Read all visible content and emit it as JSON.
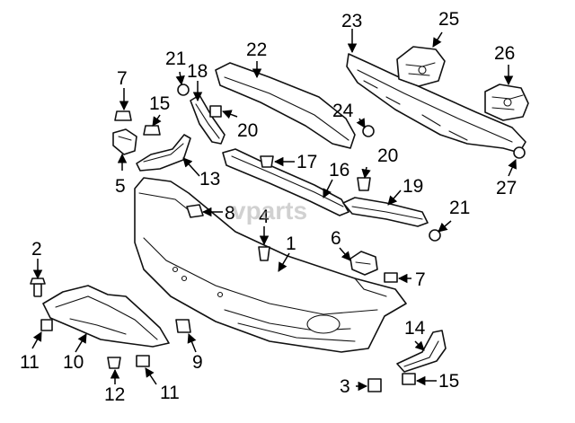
{
  "watermark": "vparts",
  "callouts": [
    "1",
    "2",
    "3",
    "4",
    "5",
    "6",
    "7",
    "8",
    "9",
    "10",
    "11",
    "12",
    "13",
    "14",
    "15",
    "16",
    "17",
    "18",
    "19",
    "20",
    "21",
    "22",
    "23",
    "24",
    "25",
    "26",
    "27"
  ],
  "colors": {
    "line": "#000000",
    "background": "#ffffff",
    "watermark": "#9a9a9a"
  }
}
